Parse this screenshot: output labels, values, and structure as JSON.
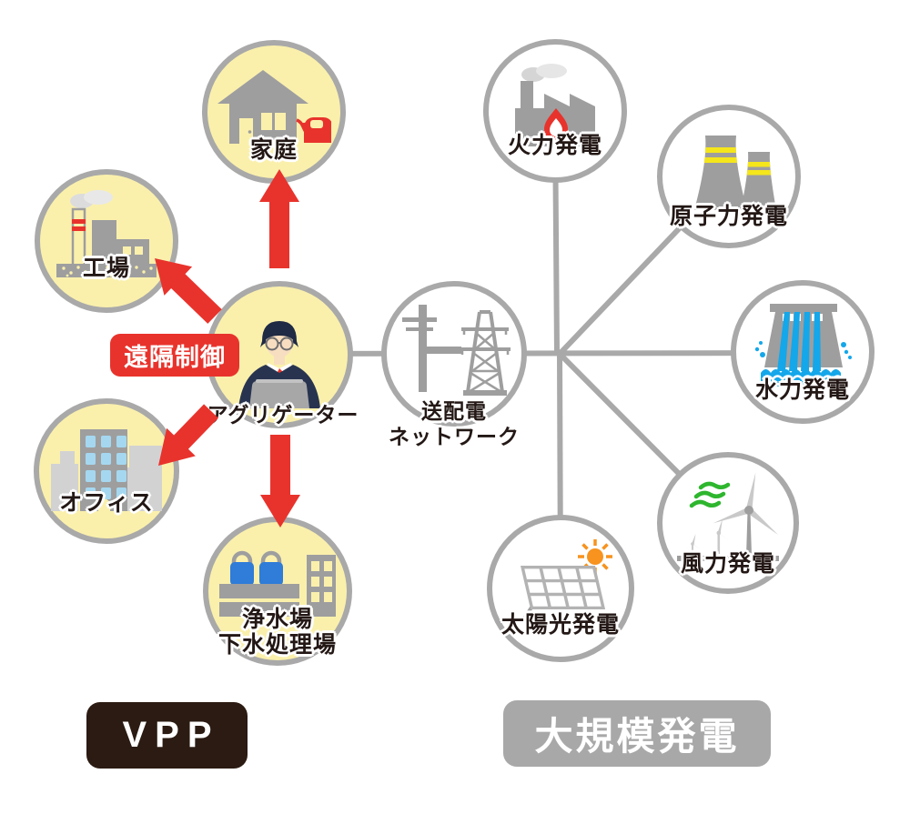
{
  "badge": {
    "remote_control": "遠隔制御"
  },
  "aggregator": {
    "label": "アグリゲーター",
    "icon": "person-laptop-icon"
  },
  "network": {
    "line1": "送配電",
    "line2": "ネットワーク",
    "icon": "transmission-tower-icon"
  },
  "vpp_resources": [
    {
      "label": "家庭",
      "icon": "house-ev-icon"
    },
    {
      "label": "工場",
      "icon": "factory-icon"
    },
    {
      "label": "オフィス",
      "icon": "office-building-icon"
    },
    {
      "label_line1": "浄水場",
      "label_line2": "下水処理場",
      "icon": "water-treatment-icon"
    }
  ],
  "power_plants": [
    {
      "label": "火力発電",
      "icon": "thermal-power-icon"
    },
    {
      "label": "原子力発電",
      "icon": "nuclear-power-icon"
    },
    {
      "label": "水力発電",
      "icon": "hydro-power-icon"
    },
    {
      "label": "風力発電",
      "icon": "wind-power-icon"
    },
    {
      "label": "太陽光発電",
      "icon": "solar-power-icon"
    }
  ],
  "footer": {
    "vpp_label": "VPP",
    "large_scale_label": "大規模発電"
  },
  "colors": {
    "accent_red": "#E8332C",
    "circle_yellow": "#FAF0AC",
    "connector_gray": "#A9A9A9",
    "icon_gray": "#9E9E9F",
    "light_gray": "#D2D2D3",
    "text_dark": "#231815",
    "vpp_box_brown": "#2B1B12",
    "large_scale_box_gray": "#A8A8A9",
    "water_blue": "#14A7EA",
    "tank_blue": "#2F7CD9",
    "window_blue": "#A5D8F0",
    "stripe_yellow": "#F5E61B",
    "sun_orange": "#F7931E",
    "wind_green": "#2EB62E",
    "suit_navy": "#28344F"
  }
}
